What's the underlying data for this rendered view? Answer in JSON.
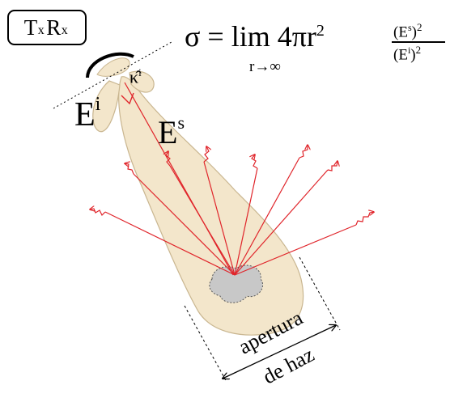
{
  "labels": {
    "transceiver": "T",
    "transceiver_sub1": "x",
    "transceiver_r": "R",
    "transceiver_sub2": "x",
    "incident_field": "E",
    "incident_sup": "i",
    "scattered_field": "E",
    "scattered_sup": "s",
    "wave_vector": "κ̂",
    "wave_vector_sup": "i",
    "beam_aperture_line1": "apertura",
    "beam_aperture_line2": "de haz"
  },
  "formula": {
    "lhs": "σ = ",
    "lim": "lim",
    "lim_sub": "r→∞",
    "term": "4πr",
    "term_exp": "2",
    "numerator": "(E",
    "numerator_sup": "s",
    "numerator_close": ")",
    "numerator_exp": "2",
    "denominator": "(E",
    "denominator_sup": "i",
    "denominator_close": ")",
    "denominator_exp": "2"
  },
  "colors": {
    "beam_fill": "#f3e6cb",
    "beam_stroke": "#b9a47e",
    "ray": "#e0242a",
    "target_fill": "#c8c8c8",
    "target_stroke": "#555555",
    "line": "#000000"
  }
}
